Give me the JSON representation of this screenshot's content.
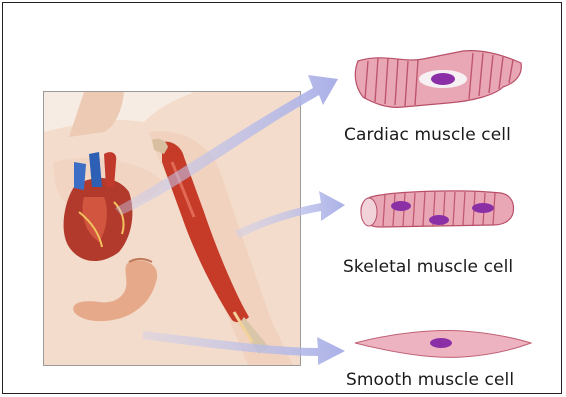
{
  "labels": {
    "cardiac": "Cardiac muscle cell",
    "skeletal": "Skeletal muscle cell",
    "smooth": "Smooth muscle cell"
  },
  "colors": {
    "arrow": "#b4b8e8",
    "muscle_cell": "#e8a9b5",
    "striation": "#c2566a",
    "nucleus": "#8a2fa6",
    "skin": "#f2d5c2",
    "heart": "#c0392b",
    "vessel_blue": "#2d5fb5",
    "arm_muscle": "#cc3b2a",
    "stomach": "#e9b59a"
  }
}
